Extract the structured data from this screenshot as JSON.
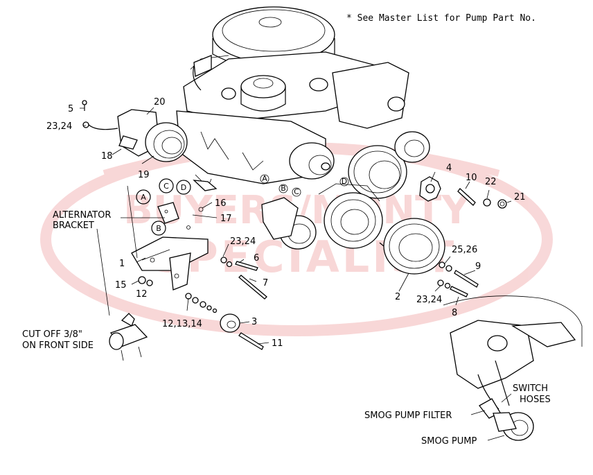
{
  "note": "* See Master List for Pump Part No.",
  "watermark": {
    "line1": "BUYERS/MONTY",
    "line2": "SPECIALIST",
    "color": "#d9292a"
  },
  "callouts": {
    "n5": "5",
    "n20": "20",
    "n23_24_a": "23,24",
    "n18": "18",
    "n19": "19",
    "n4": "4",
    "n10": "10",
    "n22": "22",
    "n21": "21",
    "n16": "16",
    "n17": "17",
    "n23_24_b": "23,24",
    "n1": "1",
    "n6": "6",
    "n25_26": "25,26",
    "n9": "9",
    "n15": "15",
    "n12": "12",
    "n7": "7",
    "n2": "2",
    "n23_24_c": "23,24",
    "n8": "8",
    "n12_13_14": "12,13,14",
    "n3": "3",
    "n11": "11"
  },
  "circle_letters": {
    "a": "A",
    "b": "B",
    "c": "C",
    "d": "D"
  },
  "engine_letters": {
    "a": "A",
    "b": "B",
    "c": "C",
    "d": "D"
  },
  "labels": {
    "alternator_line1": "ALTERNATOR",
    "alternator_line2": "BRACKET",
    "cutoff_line1": "CUT OFF 3/8\"",
    "cutoff_line2": "ON FRONT SIDE",
    "switch_line1": "SWITCH",
    "switch_line2": "HOSES",
    "smog_filter": "SMOG PUMP FILTER",
    "smog_pump": "SMOG PUMP"
  }
}
